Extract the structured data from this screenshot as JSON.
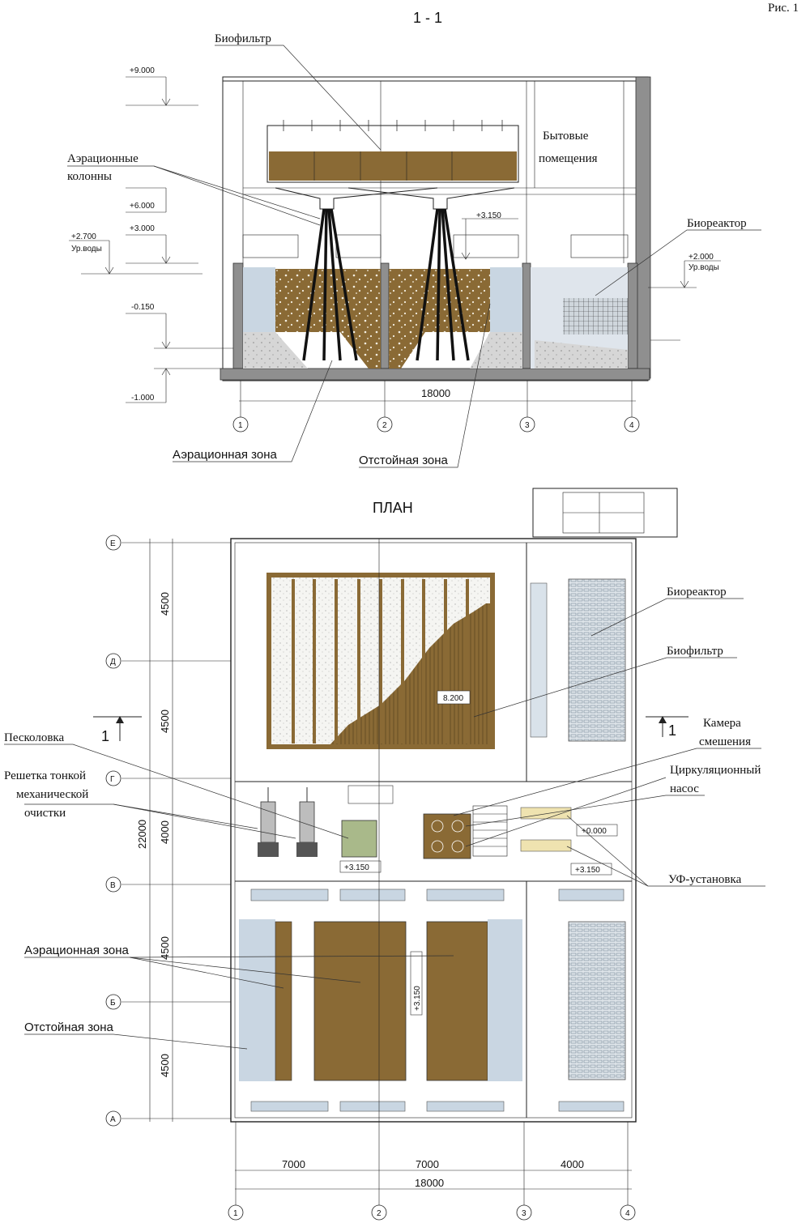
{
  "figure_label": "Рис. 1",
  "section": {
    "title": "1 - 1",
    "labels": {
      "biofilter": "Биофильтр",
      "aeration_columns_1": "Аэрационные",
      "aeration_columns_2": "колонны",
      "household_1": "Бытовые",
      "household_2": "помещения",
      "bioreactor": "Биореактор",
      "aeration_zone": "Аэрационная зона",
      "settling_zone": "Отстойная зона"
    },
    "elevations": {
      "e9000": "+9.000",
      "e6000": "+6.000",
      "e3000": "+3.000",
      "e2700": "+2.700",
      "water_level_left": "Ур.воды",
      "e3150": "+3.150",
      "e2000": "+2.000",
      "water_level_right": "Ур.воды",
      "em0150": "-0.150",
      "em1000": "-1.000"
    },
    "dimension": "18000",
    "axes": [
      "1",
      "2",
      "3",
      "4"
    ]
  },
  "plan": {
    "title": "ПЛАН",
    "section_mark_left": "1",
    "section_mark_right": "1",
    "labels": {
      "bioreactor": "Биореактор",
      "biofilter": "Биофильтр",
      "mixing_chamber_1": "Камера",
      "mixing_chamber_2": "смешения",
      "circ_pump_1": "Циркуляционный",
      "circ_pump_2": "насос",
      "uv_unit": "УФ-установка",
      "sand_trap": "Песколовка",
      "screen_1": "Решетка тонкой",
      "screen_2": "механической",
      "screen_3": "очистки",
      "aeration_zone": "Аэрационная зона",
      "settling_zone": "Отстойная зона"
    },
    "marks": {
      "m8200": "8.200",
      "m3150_left": "+3.150",
      "m0000": "+0.000",
      "m3150_right": "+3.150",
      "m3150_vertical": "+3.150"
    },
    "row_axes": [
      "Е",
      "Д",
      "Г",
      "В",
      "Б",
      "А"
    ],
    "row_dims": [
      "4500",
      "4500",
      "4000",
      "4500",
      "4500"
    ],
    "total_height": "22000",
    "col_dims": [
      "7000",
      "7000",
      "4000"
    ],
    "total_width": "18000",
    "col_axes": [
      "1",
      "2",
      "3",
      "4"
    ]
  },
  "colors": {
    "sludge": "#8a6a35",
    "sludge_dark": "#6e5228",
    "water": "#c9d6e2",
    "wall": "#8f8f8f",
    "equipment_green": "#a9b98a",
    "uv_yellow": "#efe3b0"
  }
}
